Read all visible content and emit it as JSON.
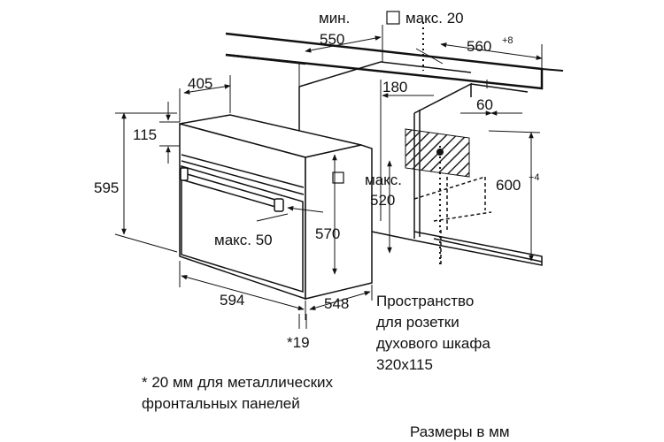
{
  "dimensions": {
    "min_label": "мин.",
    "min_value": "550",
    "max_box_label": "макс. 20",
    "niche_width": "560",
    "niche_width_sup": "+8",
    "cabinet_depth": "405",
    "socket_depth": "180",
    "gap_60": "60",
    "top_panel": "115",
    "oven_height": "595",
    "niche_height": "600",
    "niche_height_sup": "+4",
    "max_520_label": "макс.",
    "max_520_value": "520",
    "handle_max": "макс. 50",
    "body_height": "570",
    "oven_width": "594",
    "body_depth": "548",
    "front_footnote_mark": "*19"
  },
  "notes": {
    "socket_line1": "Пространство",
    "socket_line2": "для розетки",
    "socket_line3": "духового шкафа",
    "socket_line4": "320x115",
    "footnote_line1": "* 20 мм для металлических",
    "footnote_line2": "фронтальных панелей",
    "units": "Размеры в мм"
  }
}
